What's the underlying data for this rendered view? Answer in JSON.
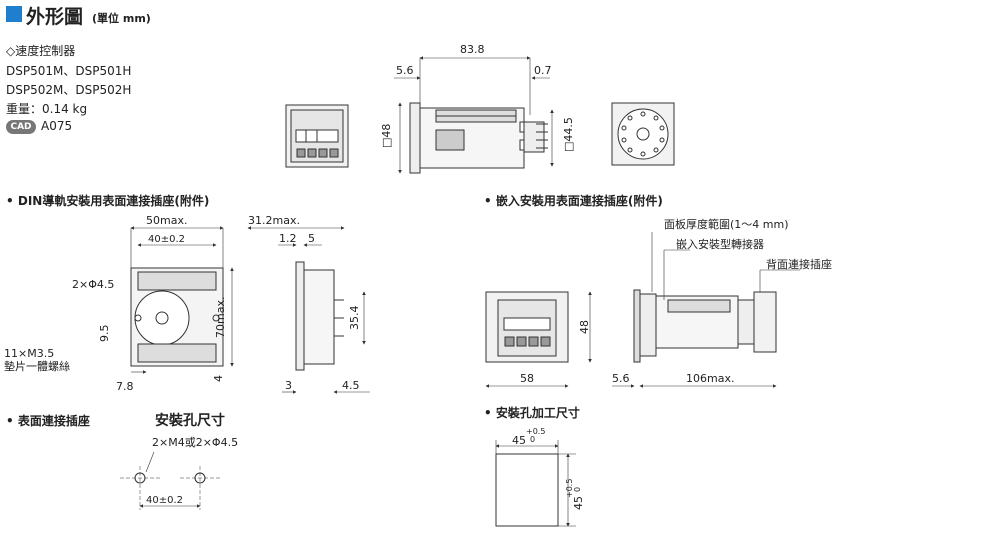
{
  "header": {
    "title": "外形圖",
    "unit": "(單位 mm)",
    "accent": "#1f7fcf"
  },
  "product": {
    "heading": "◇速度控制器",
    "models_1": "DSP501M、DSP501H",
    "models_2": "DSP502M、DSP502H",
    "weight": "重量：0.14 kg",
    "cad_badge": "CAD",
    "cad_code": "A075"
  },
  "main_dims": {
    "d838": "83.8",
    "d56": "5.6",
    "d07": "0.7",
    "d48": "□48",
    "d445": "□44.5"
  },
  "din_section": {
    "title": "DIN導軌安裝用表面連接插座(附件)",
    "d50max": "50max.",
    "d40": "40±0.2",
    "d2phi": "2×Φ4.5",
    "d95": "9.5",
    "d70max": "70max.",
    "d11m35": "11×M3.5",
    "screw_note": "墊片一體螺絲",
    "d78": "7.8",
    "d4": "4",
    "d312": "31.2max.",
    "d12": "1.2",
    "d5": "5",
    "d354": "35.4",
    "d3": "3",
    "d45": "4.5"
  },
  "flush_section": {
    "title": "嵌入安裝用表面連接插座(附件)",
    "panel": "面板厚度範圍(1～4 mm)",
    "adapter": "嵌入安裝型轉接器",
    "socket": "背面連接插座",
    "d48": "48",
    "d58": "58",
    "d56": "5.6",
    "d106": "106max."
  },
  "surface_section": {
    "title": "表面連接插座",
    "hole_title": "安裝孔尺寸",
    "holes": "2×M4或2×Φ4.5",
    "d40": "40±0.2"
  },
  "cutout_section": {
    "title": "安裝孔加工尺寸",
    "w": "45",
    "w_tol": "+0.5\n  0",
    "h": "45",
    "h_tol_plus": "+0.5",
    "h_tol_zero": "0"
  }
}
